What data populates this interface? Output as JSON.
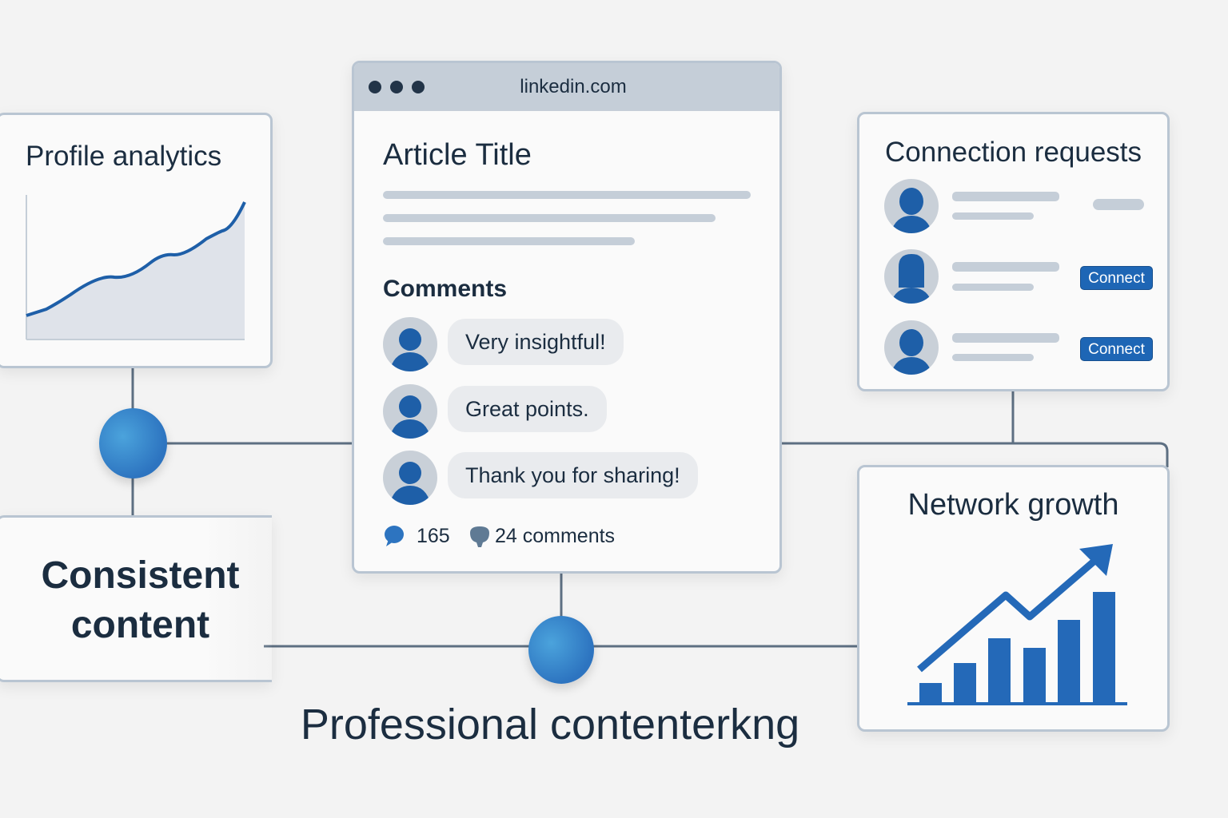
{
  "profile_card": {
    "title": "Profile analytics"
  },
  "browser": {
    "url": "linkedin.com",
    "article_title": "Article Title",
    "comments_heading": "Comments",
    "comments": [
      {
        "text": "Very insightful!"
      },
      {
        "text": "Great points."
      },
      {
        "text": "Thank you for sharing!"
      }
    ],
    "likes_count": "165",
    "comments_count": "24 comments"
  },
  "connections_card": {
    "title": "Connection requests",
    "connect_label": "Connect"
  },
  "network_card": {
    "title": "Network growth"
  },
  "consistent_card": {
    "line1": "Consistent",
    "line2": "content"
  },
  "caption": "Professional contenterkng",
  "colors": {
    "accent": "#1e66b5",
    "background": "#f3f3f3",
    "muted": "#c5ced8"
  }
}
